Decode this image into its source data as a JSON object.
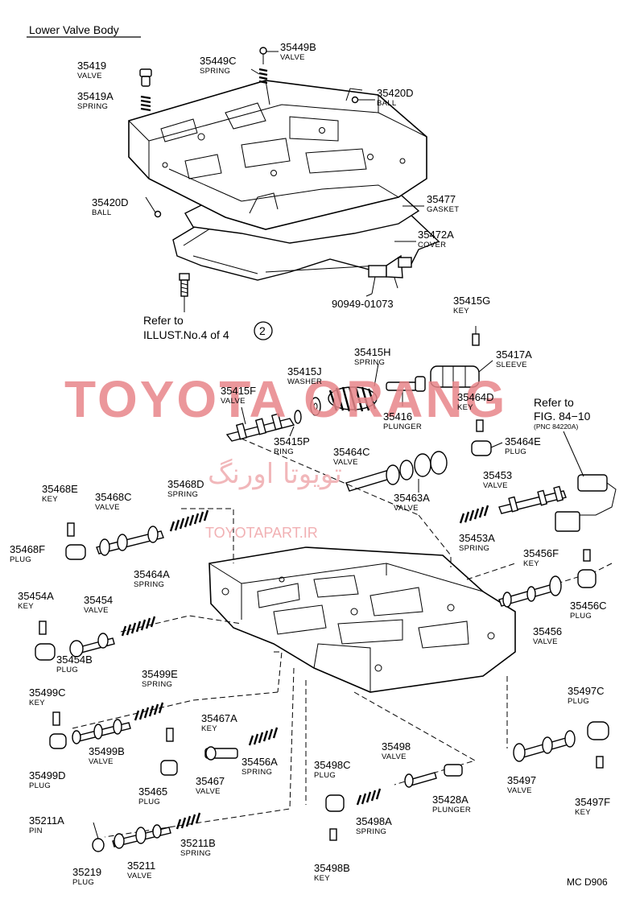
{
  "title": "Lower Valve Body",
  "code": "MC D906",
  "watermark": {
    "main": "TOYOTA ORANG",
    "url": "TOYOTAPART.IR",
    "script": "تويوتا اورنگ"
  },
  "refer_illust": {
    "line1": "Refer to",
    "line2": "ILLUST.No.4 of 4",
    "circled": "2"
  },
  "refer_fig": {
    "line1": "Refer to",
    "line2": "FIG. 84−10",
    "line3": "(PNC 84220A)"
  },
  "part_bolt": "90949-01073",
  "labels": [
    {
      "id": "35449B",
      "pn": "35449B",
      "name": "VALVE"
    },
    {
      "id": "35449C",
      "pn": "35449C",
      "name": "SPRING"
    },
    {
      "id": "35419",
      "pn": "35419",
      "name": "VALVE"
    },
    {
      "id": "35419A",
      "pn": "35419A",
      "name": "SPRING"
    },
    {
      "id": "35420D_top",
      "pn": "35420D",
      "name": "BALL"
    },
    {
      "id": "35420D_left",
      "pn": "35420D",
      "name": "BALL"
    },
    {
      "id": "35477",
      "pn": "35477",
      "name": "GASKET"
    },
    {
      "id": "35472A",
      "pn": "35472A",
      "name": "COVER"
    },
    {
      "id": "35415G",
      "pn": "35415G",
      "name": "KEY"
    },
    {
      "id": "35415H",
      "pn": "35415H",
      "name": "SPRING"
    },
    {
      "id": "35417A",
      "pn": "35417A",
      "name": "SLEEVE"
    },
    {
      "id": "35415J",
      "pn": "35415J",
      "name": "WASHER"
    },
    {
      "id": "35415F",
      "pn": "35415F",
      "name": "VALVE"
    },
    {
      "id": "35416",
      "pn": "35416",
      "name": "PLUNGER"
    },
    {
      "id": "35464D",
      "pn": "35464D",
      "name": "KEY"
    },
    {
      "id": "35415P",
      "pn": "35415P",
      "name": "RING"
    },
    {
      "id": "35464E",
      "pn": "35464E",
      "name": "PLUG"
    },
    {
      "id": "35464C",
      "pn": "35464C",
      "name": "VALVE"
    },
    {
      "id": "35463A",
      "pn": "35463A",
      "name": "VALVE"
    },
    {
      "id": "35453",
      "pn": "35453",
      "name": "VALVE"
    },
    {
      "id": "35453A",
      "pn": "35453A",
      "name": "SPRING"
    },
    {
      "id": "35468E",
      "pn": "35468E",
      "name": "KEY"
    },
    {
      "id": "35468C",
      "pn": "35468C",
      "name": "VALVE"
    },
    {
      "id": "35468D",
      "pn": "35468D",
      "name": "SPRING"
    },
    {
      "id": "35468F",
      "pn": "35468F",
      "name": "PLUG"
    },
    {
      "id": "35456F",
      "pn": "35456F",
      "name": "KEY"
    },
    {
      "id": "35456C",
      "pn": "35456C",
      "name": "PLUG"
    },
    {
      "id": "35456",
      "pn": "35456",
      "name": "VALVE"
    },
    {
      "id": "35464A",
      "pn": "35464A",
      "name": "SPRING"
    },
    {
      "id": "35454A",
      "pn": "35454A",
      "name": "KEY"
    },
    {
      "id": "35454",
      "pn": "35454",
      "name": "VALVE"
    },
    {
      "id": "35454B",
      "pn": "35454B",
      "name": "PLUG"
    },
    {
      "id": "35499E",
      "pn": "35499E",
      "name": "SPRING"
    },
    {
      "id": "35499C",
      "pn": "35499C",
      "name": "KEY"
    },
    {
      "id": "35467A",
      "pn": "35467A",
      "name": "KEY"
    },
    {
      "id": "35499B",
      "pn": "35499B",
      "name": "VALVE"
    },
    {
      "id": "35456A",
      "pn": "35456A",
      "name": "SPRING"
    },
    {
      "id": "35499D",
      "pn": "35499D",
      "name": "PLUG"
    },
    {
      "id": "35498",
      "pn": "35498",
      "name": "VALVE"
    },
    {
      "id": "35497C",
      "pn": "35497C",
      "name": "PLUG"
    },
    {
      "id": "35498C",
      "pn": "35498C",
      "name": "PLUG"
    },
    {
      "id": "35465",
      "pn": "35465",
      "name": "PLUG"
    },
    {
      "id": "35467",
      "pn": "35467",
      "name": "VALVE"
    },
    {
      "id": "35428A",
      "pn": "35428A",
      "name": "PLUNGER"
    },
    {
      "id": "35497",
      "pn": "35497",
      "name": "VALVE"
    },
    {
      "id": "35497F",
      "pn": "35497F",
      "name": "KEY"
    },
    {
      "id": "35498A",
      "pn": "35498A",
      "name": "SPRING"
    },
    {
      "id": "35211A",
      "pn": "35211A",
      "name": "PIN"
    },
    {
      "id": "35211B",
      "pn": "35211B",
      "name": "SPRING"
    },
    {
      "id": "35219",
      "pn": "35219",
      "name": "PLUG"
    },
    {
      "id": "35211",
      "pn": "35211",
      "name": "VALVE"
    },
    {
      "id": "35498B",
      "pn": "35498B",
      "name": "KEY"
    }
  ]
}
